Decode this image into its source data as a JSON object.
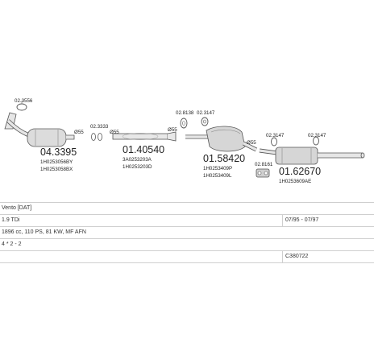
{
  "parts": {
    "p1": {
      "number": "04.3395",
      "refs": [
        "1H0253056BY",
        "1H0253058BX"
      ],
      "size": "Ø55",
      "clamp": "02.3556"
    },
    "p2": {
      "number": "01.40540",
      "refs": [
        "3A0253203A",
        "1H0253203D"
      ],
      "size_left": "Ø55",
      "size_right": "Ø55",
      "gasket": "02.3333"
    },
    "p3": {
      "number": "01.58420",
      "refs": [
        "1H0253409P",
        "1H0253409L"
      ],
      "size": "Ø55",
      "clamp_a": "02.8138",
      "clamp_b": "02.3147"
    },
    "p4": {
      "number": "01.62670",
      "refs": [
        "1H0253609AE"
      ],
      "clamp_a": "02.3147",
      "clamp_b": "02.3147",
      "hanger": "02.8161"
    }
  },
  "info": {
    "model": "Vento [DAT]",
    "engine": "1.9 TDi",
    "engine_dates": "07/95 - 07/97",
    "spec": "1896 cc, 110 PS, 81 KW, MF AFN",
    "drive": "4 * 2 - 2",
    "code": "C380722"
  }
}
